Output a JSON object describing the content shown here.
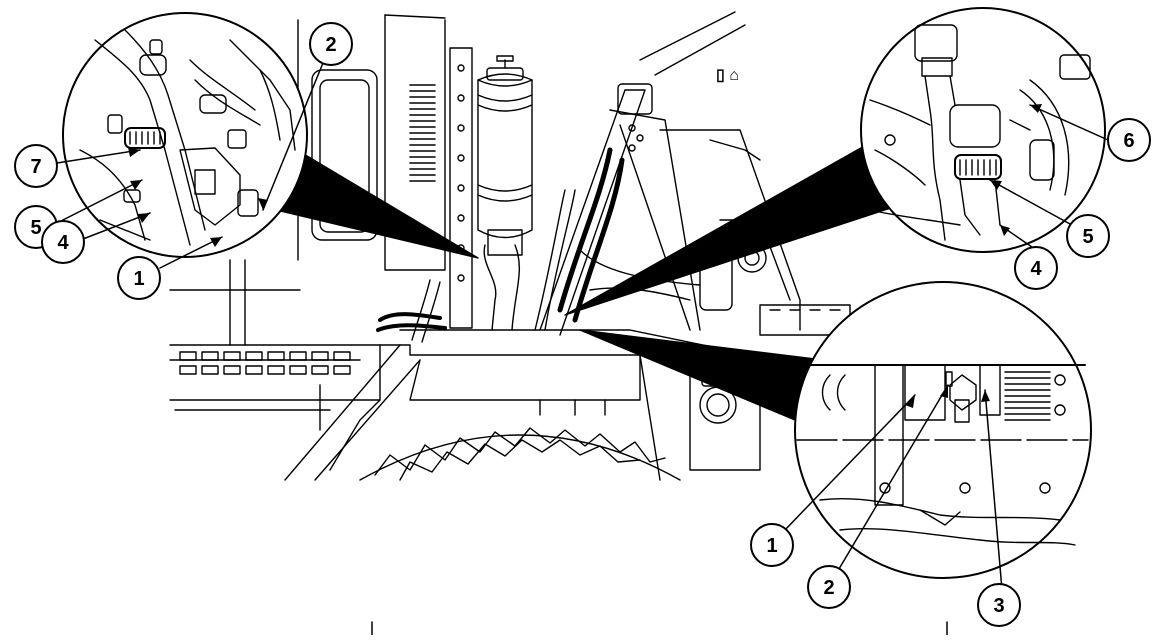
{
  "figure": {
    "callouts": [
      {
        "id": "c-tl-7",
        "number": "7"
      },
      {
        "id": "c-tl-5",
        "number": "5"
      },
      {
        "id": "c-tl-4",
        "number": "4"
      },
      {
        "id": "c-tl-1",
        "number": "1"
      },
      {
        "id": "c-tl-2",
        "number": "2"
      },
      {
        "id": "c-tr-6",
        "number": "6"
      },
      {
        "id": "c-tr-5",
        "number": "5"
      },
      {
        "id": "c-tr-4",
        "number": "4"
      },
      {
        "id": "c-br-1",
        "number": "1"
      },
      {
        "id": "c-br-2",
        "number": "2"
      },
      {
        "id": "c-br-3",
        "number": "3"
      }
    ]
  },
  "colors": {
    "line": "#000000",
    "background": "#ffffff"
  }
}
